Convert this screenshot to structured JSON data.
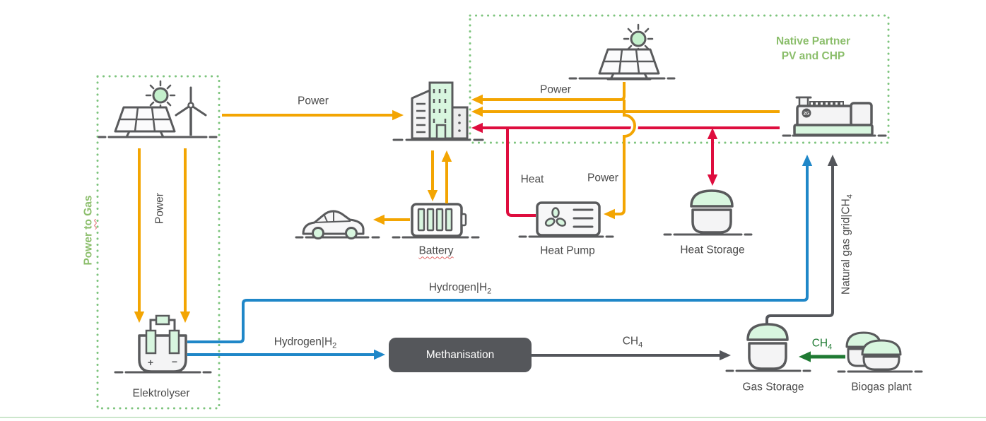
{
  "title": "Power to Gas energy flow diagram",
  "colors": {
    "power_yellow": "#F3A502",
    "heat_red": "#DE0D3E",
    "hydrogen_blue": "#1F87C8",
    "methane_gray": "#54565B",
    "biogas_green": "#1F7A33",
    "green_dotted_border": "#7DC47D",
    "green_label_text": "#8BBE6B",
    "icon_outline": "#595A5C",
    "icon_fill_light": "#F4F4F5",
    "icon_fill_green": "#D8F6DF",
    "label_text": "#4B4B4B",
    "process_box_bg": "#55575B",
    "bottom_rule": "#CCE6CC"
  },
  "groups": {
    "power_to_gas": {
      "p1": "Power ",
      "p2": "to",
      "p3": " Gas"
    },
    "native_partner": {
      "line1": "Native Partner",
      "line2": "PV and CHP"
    }
  },
  "labels": {
    "power_left": "Power",
    "power_pv": "Power",
    "power_box_vertical": "Power",
    "power_heat_pump": "Power",
    "heat": "Heat",
    "battery": "Battery",
    "heat_pump": "Heat Pump",
    "heat_storage": "Heat Storage",
    "elektrolyser": "Elektrolyser",
    "gas_storage": "Gas Storage",
    "biogas_plant": "Biogas plant",
    "methanisation": "Methanisation",
    "hydrogen_top": {
      "text": "Hydrogen|H",
      "sub": "2"
    },
    "hydrogen_bottom": {
      "text": "Hydrogen|H",
      "sub": "2"
    },
    "ch4_methanisation": {
      "text": "CH",
      "sub": "4"
    },
    "ch4_biogas": {
      "text": "CH",
      "sub": "4"
    },
    "natural_gas_grid": {
      "text": "Natural gas grid|CH",
      "sub": "4"
    },
    "electrolyser_plus": "+",
    "electrolyser_minus": "−",
    "chp_badge": "2G"
  },
  "icons": [
    "sun-icon",
    "solar-panel-icon",
    "wind-turbine-icon",
    "building-icon",
    "battery-icon",
    "car-icon",
    "heat-pump-icon",
    "heat-storage-icon",
    "chp-generator-icon",
    "electrolyser-icon",
    "gas-storage-icon",
    "biogas-plant-icon"
  ],
  "flows": [
    {
      "from": "pv-wind",
      "to": "building",
      "label": "Power",
      "color": "yellow"
    },
    {
      "from": "native-pv",
      "to": "building",
      "label": "Power",
      "color": "yellow"
    },
    {
      "from": "chp",
      "to": "building",
      "label": "",
      "color": "yellow"
    },
    {
      "from": "chp",
      "to": "building",
      "label": "",
      "color": "red"
    },
    {
      "from": "pv-wind",
      "to": "electrolyser",
      "label": "Power",
      "color": "yellow"
    },
    {
      "from": "building",
      "to": "battery",
      "label": "",
      "color": "yellow"
    },
    {
      "from": "battery",
      "to": "building",
      "label": "",
      "color": "yellow"
    },
    {
      "from": "battery",
      "to": "car",
      "label": "",
      "color": "yellow"
    },
    {
      "from": "native-pv",
      "to": "heat-pump",
      "label": "Power",
      "color": "yellow"
    },
    {
      "from": "heat-pump",
      "to": "building",
      "label": "Heat",
      "color": "red"
    },
    {
      "from": "heat-line",
      "to": "heat-storage",
      "label": "",
      "color": "red",
      "bidirectional": true
    },
    {
      "from": "electrolyser",
      "to": "chp",
      "label": "Hydrogen|H2",
      "color": "blue"
    },
    {
      "from": "electrolyser",
      "to": "methanisation",
      "label": "Hydrogen|H2",
      "color": "blue"
    },
    {
      "from": "methanisation",
      "to": "gas-storage",
      "label": "CH4",
      "color": "gray"
    },
    {
      "from": "gas-storage",
      "to": "chp",
      "label": "Natural gas grid|CH4",
      "color": "gray"
    },
    {
      "from": "biogas-plant",
      "to": "gas-storage",
      "label": "CH4",
      "color": "green"
    }
  ]
}
